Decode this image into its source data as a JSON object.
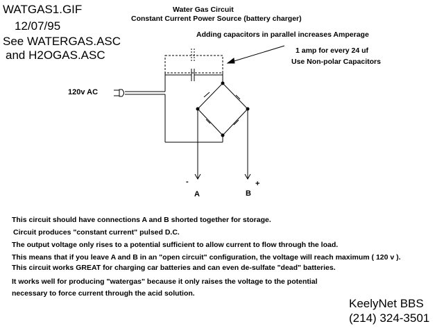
{
  "header": {
    "filename": "WATGAS1.GIF",
    "date": "12/07/95",
    "see_line1": "See WATERGAS.ASC",
    "see_line2": "and H2OGAS.ASC"
  },
  "diagram": {
    "title": "Water Gas Circuit",
    "subtitle": "Constant Current Power Source (battery charger)",
    "note_capacitors": "Adding capacitors in parallel increases Amperage",
    "note_amp": "1 amp for every 24 uf",
    "note_nonpolar": "Use Non-polar Capacitors",
    "input_label": "120v AC",
    "terminal_a": "A",
    "terminal_b": "B",
    "sign_minus": "-",
    "sign_plus": "+"
  },
  "description": [
    "This circuit should have connections A and B shorted together for storage.",
    "Circuit produces \"constant current\" pulsed D.C.",
    "The output voltage only rises to a potential sufficient to allow current to flow through the load.",
    "This means that if you leave A and B in an \"open circuit\" configuration, the voltage will reach maximum  ( 120 v ).",
    "This circuit works GREAT for charging car batteries and can even de-sulfate \"dead\" batteries.",
    "It works well for producing \"watergas\" because it only raises the voltage to the potential",
    "necessary to force current through the acid solution."
  ],
  "footer": {
    "bbs_name": "KeelyNet BBS",
    "phone": "(214)  324-3501"
  }
}
